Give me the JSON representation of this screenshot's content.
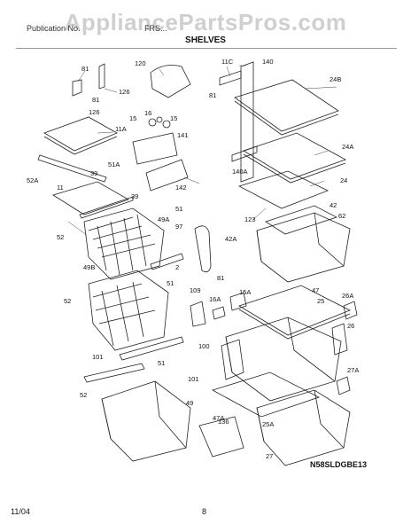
{
  "watermark": "AppliancePartsPros.com",
  "header": {
    "left": "Publication No.",
    "model": "FRS...",
    "title": "SHELVES"
  },
  "footer": {
    "date": "11/04",
    "page": "8"
  },
  "diagram_code": "N58SLDGBE13",
  "callouts": [
    "81",
    "120",
    "11C",
    "140",
    "126",
    "81",
    "126",
    "15",
    "16",
    "15",
    "81",
    "24B",
    "11A",
    "141",
    "51A",
    "39",
    "52A",
    "142",
    "140A",
    "24A",
    "11",
    "39",
    "51",
    "49A",
    "97",
    "123",
    "24",
    "42",
    "62",
    "52",
    "2",
    "42A",
    "81",
    "49B",
    "51",
    "109",
    "15A",
    "16A",
    "47",
    "26A",
    "52",
    "25",
    "26",
    "100",
    "101",
    "51",
    "101",
    "52",
    "27A",
    "49",
    "136",
    "47A",
    "25A",
    "27"
  ]
}
